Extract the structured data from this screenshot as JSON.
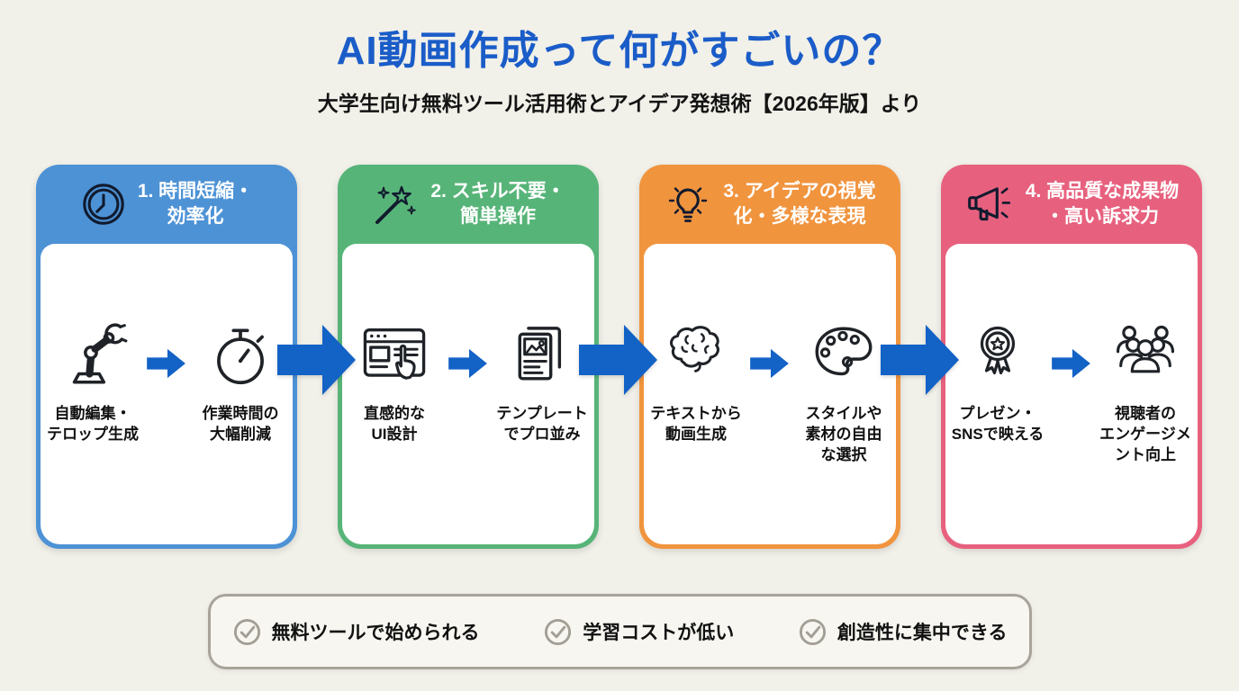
{
  "page": {
    "title": "AI動画作成って何がすごいの？",
    "subtitle": "大学生向け無料ツール活用術とアイデア発想術【2026年版】より"
  },
  "colors": {
    "background": "#f1f0e9",
    "title": "#1a5cc8",
    "arrow": "#1362c6",
    "check_icon": "#a39f96",
    "footer_border": "#a8a49b"
  },
  "cards": [
    {
      "color": "#4d92d5",
      "header": {
        "icon": "clock-icon",
        "line1": "1. 時間短縮・",
        "line2": "効率化"
      },
      "steps": [
        {
          "icon": "robot-arm-icon",
          "lines": [
            "自動編集・",
            "テロップ生成"
          ]
        },
        {
          "icon": "stopwatch-icon",
          "lines": [
            "作業時間の",
            "大幅削減"
          ]
        }
      ]
    },
    {
      "color": "#57b478",
      "header": {
        "icon": "magic-wand-icon",
        "line1": "2. スキル不要・",
        "line2": "簡単操作"
      },
      "steps": [
        {
          "icon": "browser-ui-icon",
          "lines": [
            "直感的な",
            "UI設計"
          ]
        },
        {
          "icon": "template-icon",
          "lines": [
            "テンプレート",
            "でプロ並み"
          ]
        }
      ]
    },
    {
      "color": "#f0943e",
      "header": {
        "icon": "lightbulb-icon",
        "line1": "3. アイデアの視覚",
        "line2": "化・多様な表現"
      },
      "steps": [
        {
          "icon": "brain-icon",
          "lines": [
            "テキストから",
            "動画生成"
          ]
        },
        {
          "icon": "palette-icon",
          "lines": [
            "スタイルや",
            "素材の自由",
            "な選択"
          ]
        }
      ]
    },
    {
      "color": "#e7617e",
      "header": {
        "icon": "megaphone-icon",
        "line1": "4. 高品質な成果物",
        "line2": "・高い訴求力"
      },
      "steps": [
        {
          "icon": "award-icon",
          "lines": [
            "プレゼン・",
            "SNSで映える"
          ]
        },
        {
          "icon": "people-group-icon",
          "lines": [
            "視聴者の",
            "エンゲージメ",
            "ント向上"
          ]
        }
      ]
    }
  ],
  "footer": {
    "items": [
      {
        "icon": "check-circle-icon",
        "label": "無料ツールで始められる"
      },
      {
        "icon": "check-circle-icon",
        "label": "学習コストが低い"
      },
      {
        "icon": "check-circle-icon",
        "label": "創造性に集中できる"
      }
    ]
  }
}
